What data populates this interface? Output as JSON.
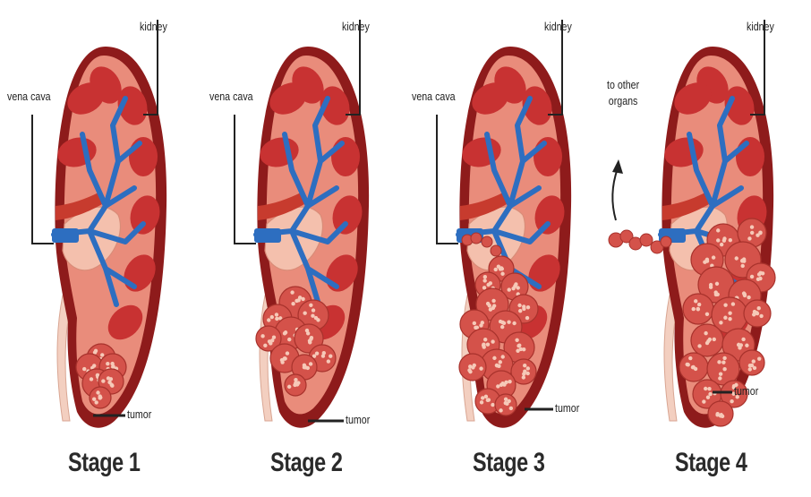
{
  "diagram": {
    "stages": [
      {
        "title": "Stage 1",
        "kidney_label": "kidney",
        "vessel_label": "vena cava",
        "tumor_label": "tumor",
        "tumor_size": 1,
        "spread": false
      },
      {
        "title": "Stage 2",
        "kidney_label": "kidney",
        "vessel_label": "vena cava",
        "tumor_label": "tumor",
        "tumor_size": 2,
        "spread": false
      },
      {
        "title": "Stage 3",
        "kidney_label": "kidney",
        "vessel_label": "vena cava",
        "tumor_label": "tumor",
        "tumor_size": 3,
        "spread": false
      },
      {
        "title": "Stage 4",
        "kidney_label": "kidney",
        "vessel_label": "to other\norgans",
        "tumor_label": "tumor",
        "tumor_size": 4,
        "spread": true
      }
    ],
    "colors": {
      "capsule": "#8e1b1b",
      "cortex": "#e98c7b",
      "medulla": "#c83232",
      "pelvis": "#f4c0ad",
      "vein": "#2d6ec0",
      "artery": "#c73b2e",
      "tumor": "#d4524a",
      "tumor_dot": "#f6c9b8",
      "ureter": "#f3cfc0",
      "line": "#222222"
    }
  }
}
